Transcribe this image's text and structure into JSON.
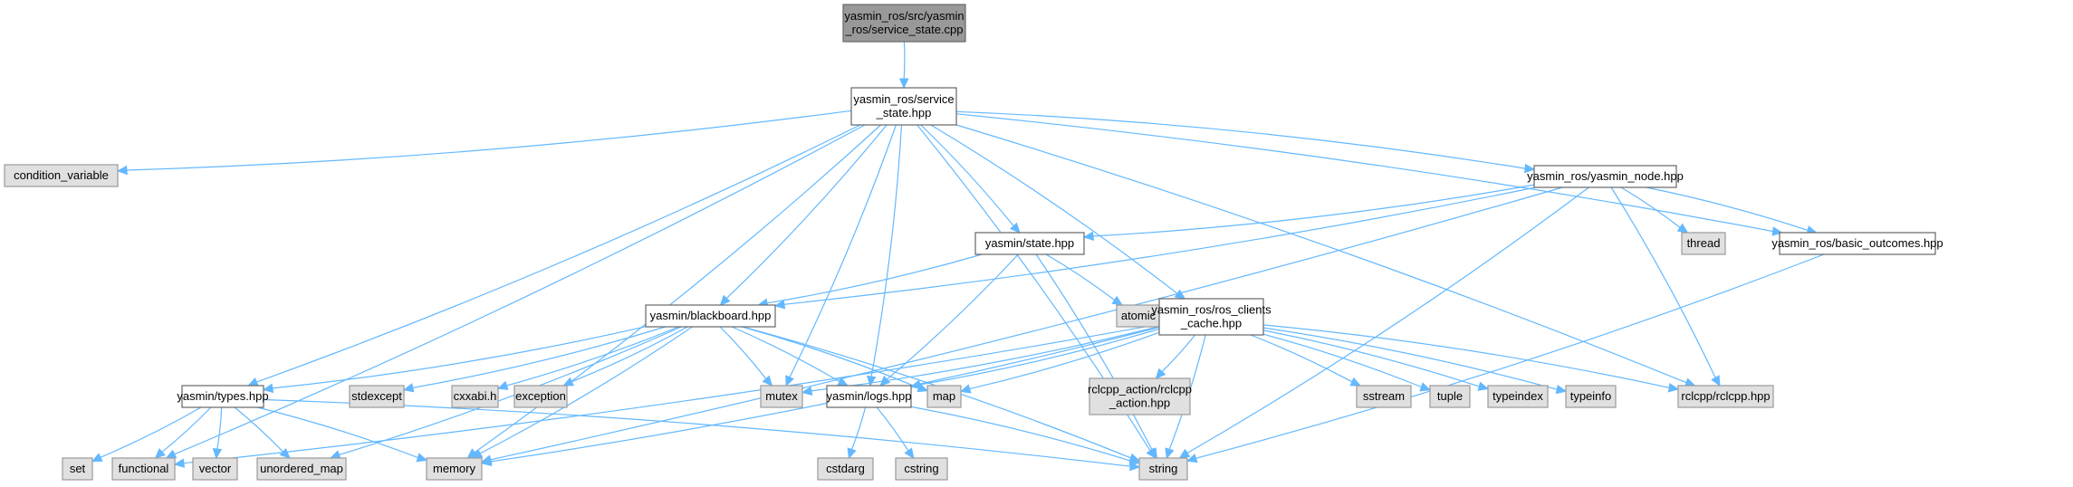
{
  "diagram": {
    "type": "include-dependency-graph",
    "colors": {
      "edge": "#63b8ff",
      "root_fill": "#999999",
      "file_fill": "#ffffff",
      "system_fill": "#e0e0e0",
      "border": "#666666"
    },
    "nodes": [
      {
        "id": "root",
        "kind": "root",
        "lines": [
          "yasmin_ros/src/yasmin",
          "_ros/service_state.cpp"
        ]
      },
      {
        "id": "service_state",
        "kind": "file",
        "lines": [
          "yasmin_ros/service",
          "_state.hpp"
        ]
      },
      {
        "id": "condition_variable",
        "kind": "system",
        "lines": [
          "condition_variable"
        ]
      },
      {
        "id": "yasmin_node",
        "kind": "file",
        "lines": [
          "yasmin_ros/yasmin_node.hpp"
        ]
      },
      {
        "id": "state",
        "kind": "file",
        "lines": [
          "yasmin/state.hpp"
        ]
      },
      {
        "id": "thread",
        "kind": "system",
        "lines": [
          "thread"
        ]
      },
      {
        "id": "basic_outcomes",
        "kind": "file",
        "lines": [
          "yasmin_ros/basic_outcomes.hpp"
        ]
      },
      {
        "id": "blackboard",
        "kind": "file",
        "lines": [
          "yasmin/blackboard.hpp"
        ]
      },
      {
        "id": "atomic",
        "kind": "system",
        "lines": [
          "atomic"
        ]
      },
      {
        "id": "ros_clients_cache",
        "kind": "file",
        "lines": [
          "yasmin_ros/ros_clients",
          "_cache.hpp"
        ]
      },
      {
        "id": "types",
        "kind": "file",
        "lines": [
          "yasmin/types.hpp"
        ]
      },
      {
        "id": "stdexcept",
        "kind": "system",
        "lines": [
          "stdexcept"
        ]
      },
      {
        "id": "cxxabi",
        "kind": "system",
        "lines": [
          "cxxabi.h"
        ]
      },
      {
        "id": "exception",
        "kind": "system",
        "lines": [
          "exception"
        ]
      },
      {
        "id": "mutex",
        "kind": "system",
        "lines": [
          "mutex"
        ]
      },
      {
        "id": "logs",
        "kind": "file",
        "lines": [
          "yasmin/logs.hpp"
        ]
      },
      {
        "id": "map",
        "kind": "system",
        "lines": [
          "map"
        ]
      },
      {
        "id": "rclcpp_action",
        "kind": "system",
        "lines": [
          "rclcpp_action/rclcpp",
          "_action.hpp"
        ]
      },
      {
        "id": "sstream",
        "kind": "system",
        "lines": [
          "sstream"
        ]
      },
      {
        "id": "tuple",
        "kind": "system",
        "lines": [
          "tuple"
        ]
      },
      {
        "id": "typeindex",
        "kind": "system",
        "lines": [
          "typeindex"
        ]
      },
      {
        "id": "typeinfo",
        "kind": "system",
        "lines": [
          "typeinfo"
        ]
      },
      {
        "id": "rclcpp",
        "kind": "system",
        "lines": [
          "rclcpp/rclcpp.hpp"
        ]
      },
      {
        "id": "set",
        "kind": "system",
        "lines": [
          "set"
        ]
      },
      {
        "id": "functional",
        "kind": "system",
        "lines": [
          "functional"
        ]
      },
      {
        "id": "vector",
        "kind": "system",
        "lines": [
          "vector"
        ]
      },
      {
        "id": "unordered_map",
        "kind": "system",
        "lines": [
          "unordered_map"
        ]
      },
      {
        "id": "memory",
        "kind": "system",
        "lines": [
          "memory"
        ]
      },
      {
        "id": "cstdarg",
        "kind": "system",
        "lines": [
          "cstdarg"
        ]
      },
      {
        "id": "cstring",
        "kind": "system",
        "lines": [
          "cstring"
        ]
      },
      {
        "id": "string",
        "kind": "system",
        "lines": [
          "string"
        ]
      }
    ],
    "edges": [
      [
        "root",
        "service_state"
      ],
      [
        "service_state",
        "condition_variable"
      ],
      [
        "service_state",
        "yasmin_node"
      ],
      [
        "service_state",
        "state"
      ],
      [
        "service_state",
        "basic_outcomes"
      ],
      [
        "service_state",
        "blackboard"
      ],
      [
        "service_state",
        "ros_clients_cache"
      ],
      [
        "service_state",
        "types"
      ],
      [
        "service_state",
        "mutex"
      ],
      [
        "service_state",
        "logs"
      ],
      [
        "service_state",
        "rclcpp"
      ],
      [
        "service_state",
        "functional"
      ],
      [
        "service_state",
        "memory"
      ],
      [
        "service_state",
        "string"
      ],
      [
        "yasmin_node",
        "state"
      ],
      [
        "yasmin_node",
        "blackboard"
      ],
      [
        "yasmin_node",
        "thread"
      ],
      [
        "yasmin_node",
        "basic_outcomes"
      ],
      [
        "yasmin_node",
        "rclcpp"
      ],
      [
        "yasmin_node",
        "memory"
      ],
      [
        "yasmin_node",
        "string"
      ],
      [
        "state",
        "blackboard"
      ],
      [
        "state",
        "atomic"
      ],
      [
        "state",
        "logs"
      ],
      [
        "state",
        "string"
      ],
      [
        "basic_outcomes",
        "string"
      ],
      [
        "blackboard",
        "types"
      ],
      [
        "blackboard",
        "stdexcept"
      ],
      [
        "blackboard",
        "cxxabi"
      ],
      [
        "blackboard",
        "exception"
      ],
      [
        "blackboard",
        "mutex"
      ],
      [
        "blackboard",
        "logs"
      ],
      [
        "blackboard",
        "map"
      ],
      [
        "blackboard",
        "memory"
      ],
      [
        "blackboard",
        "unordered_map"
      ],
      [
        "blackboard",
        "string"
      ],
      [
        "ros_clients_cache",
        "mutex"
      ],
      [
        "ros_clients_cache",
        "logs"
      ],
      [
        "ros_clients_cache",
        "map"
      ],
      [
        "ros_clients_cache",
        "rclcpp_action"
      ],
      [
        "ros_clients_cache",
        "sstream"
      ],
      [
        "ros_clients_cache",
        "tuple"
      ],
      [
        "ros_clients_cache",
        "typeindex"
      ],
      [
        "ros_clients_cache",
        "typeinfo"
      ],
      [
        "ros_clients_cache",
        "rclcpp"
      ],
      [
        "ros_clients_cache",
        "functional"
      ],
      [
        "ros_clients_cache",
        "memory"
      ],
      [
        "ros_clients_cache",
        "string"
      ],
      [
        "types",
        "set"
      ],
      [
        "types",
        "functional"
      ],
      [
        "types",
        "vector"
      ],
      [
        "types",
        "unordered_map"
      ],
      [
        "types",
        "memory"
      ],
      [
        "types",
        "string"
      ],
      [
        "logs",
        "cstdarg"
      ],
      [
        "logs",
        "cstring"
      ],
      [
        "logs",
        "string"
      ]
    ]
  }
}
